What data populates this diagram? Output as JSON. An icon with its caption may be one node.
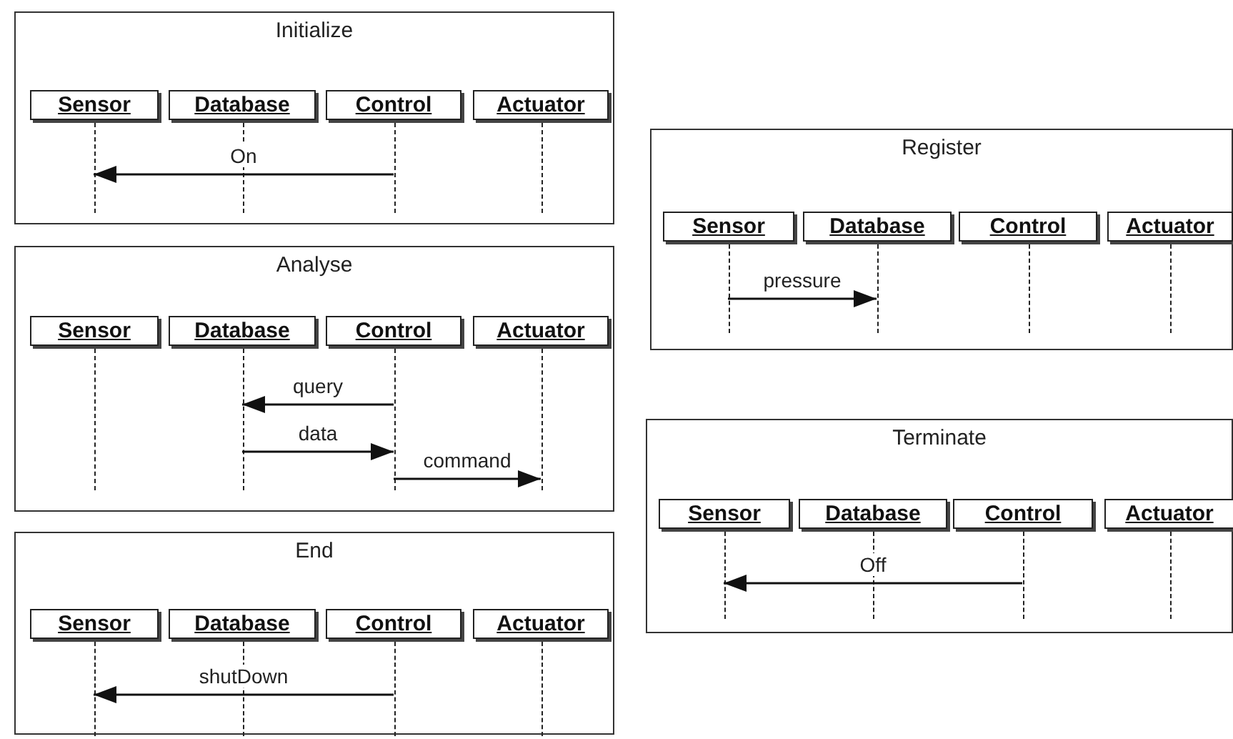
{
  "diagram": {
    "nodes": [
      {
        "text": [
          "Initialize"
        ]
      },
      {
        "text": [
          "Sensor"
        ],
        "in": 0
      },
      {
        "text": [],
        "shape": "line",
        "in": 0
      },
      {
        "text": [
          "Database"
        ],
        "in": 0
      },
      {
        "text": [],
        "shape": "line",
        "in": 0
      },
      {
        "text": [
          "Control"
        ],
        "in": 0
      },
      {
        "text": [],
        "shape": "line",
        "in": 0
      },
      {
        "text": [
          "Actuator"
        ],
        "in": 0
      },
      {
        "text": [],
        "shape": "line",
        "in": 0
      },
      {
        "text": [
          "Register"
        ]
      },
      {
        "text": [
          "Sensor"
        ],
        "in": 9
      },
      {
        "text": [],
        "shape": "line",
        "in": 9
      },
      {
        "text": [
          "Database"
        ],
        "in": 9
      },
      {
        "text": [],
        "shape": "line",
        "in": 9
      },
      {
        "text": [
          "Control"
        ],
        "in": 9
      },
      {
        "text": [],
        "shape": "line",
        "in": 9
      },
      {
        "text": [
          "Actuator"
        ],
        "in": 9
      },
      {
        "text": [],
        "shape": "line",
        "in": 9
      },
      {
        "text": [
          "Analyse"
        ]
      },
      {
        "text": [
          "Sensor"
        ],
        "in": 18
      },
      {
        "text": [],
        "shape": "line",
        "in": 18
      },
      {
        "text": [
          "Database"
        ],
        "in": 18
      },
      {
        "text": [],
        "shape": "line",
        "in": 18
      },
      {
        "text": [
          "Control"
        ],
        "in": 18
      },
      {
        "text": [],
        "shape": "line",
        "in": 18
      },
      {
        "text": [
          "Actuator"
        ],
        "in": 18
      },
      {
        "text": [],
        "shape": "line",
        "in": 18
      },
      {
        "text": [
          "Terminate"
        ]
      },
      {
        "text": [
          "Sensor"
        ],
        "in": 27
      },
      {
        "text": [],
        "shape": "line",
        "in": 27
      },
      {
        "text": [
          "Database"
        ],
        "in": 27
      },
      {
        "text": [],
        "shape": "line",
        "in": 27
      },
      {
        "text": [
          "Control"
        ],
        "in": 27
      },
      {
        "text": [],
        "shape": "line",
        "in": 27
      },
      {
        "text": [
          "Actuator"
        ],
        "in": 27
      },
      {
        "text": [],
        "shape": "line",
        "in": 27
      },
      {
        "text": [
          "End"
        ]
      },
      {
        "text": [
          "Sensor"
        ],
        "in": 36
      },
      {
        "text": [],
        "shape": "line",
        "in": 36
      },
      {
        "text": [
          "Database"
        ],
        "in": 36
      },
      {
        "text": [],
        "shape": "line",
        "in": 36
      },
      {
        "text": [
          "Control"
        ],
        "in": 36
      },
      {
        "text": [],
        "shape": "line",
        "in": 36
      },
      {
        "text": [
          "Actuator"
        ],
        "in": 36
      },
      {
        "text": [],
        "shape": "line",
        "in": 36
      }
    ],
    "edges": [
      {
        "from": 6,
        "to": 2,
        "arrow": "to",
        "label": "On"
      },
      {
        "from": 24,
        "to": 22,
        "arrow": "to",
        "label": "query"
      },
      {
        "from": 22,
        "to": 24,
        "arrow": "to",
        "label": "data"
      },
      {
        "from": 24,
        "to": 26,
        "arrow": "to",
        "label": "command"
      },
      {
        "from": 11,
        "to": 13,
        "arrow": "to",
        "label": "pressure"
      },
      {
        "from": 33,
        "to": 29,
        "arrow": "to",
        "label": "Off"
      },
      {
        "from": 42,
        "to": 38,
        "arrow": "to",
        "label": "shutDown"
      }
    ]
  }
}
